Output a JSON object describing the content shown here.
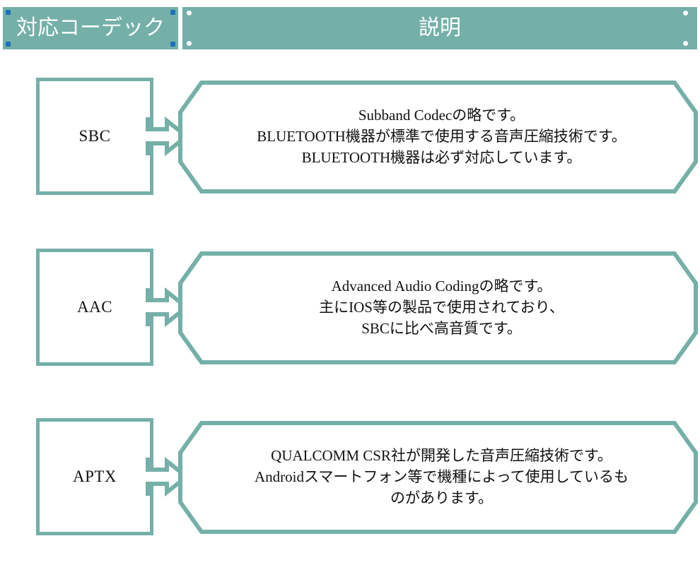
{
  "theme": {
    "accent": "#74b0a8",
    "header_text": "#ffffff",
    "body_text": "#111111",
    "background": "#ffffff",
    "handle_blue": "#1f6fbf",
    "handle_white": "#ffffff"
  },
  "header": {
    "codec_column": "対応コーデック",
    "description_column": "説明"
  },
  "rows": [
    {
      "codec": "SBC",
      "lines": [
        "Subband Codecの略です。",
        "BLUETOOTH機器が標準で使用する音声圧縮技術です。",
        "BLUETOOTH機器は必ず対応しています。"
      ]
    },
    {
      "codec": "AAC",
      "lines": [
        "Advanced Audio Codingの略です。",
        "主にIOS等の製品で使用されており、",
        "SBCに比べ高音質です。"
      ]
    },
    {
      "codec": "APTX",
      "lines": [
        "QUALCOMM CSR社が開発した音声圧縮技術です。",
        "Androidスマートフォン等で機種によって使用しているも",
        "のがあります。"
      ]
    }
  ]
}
